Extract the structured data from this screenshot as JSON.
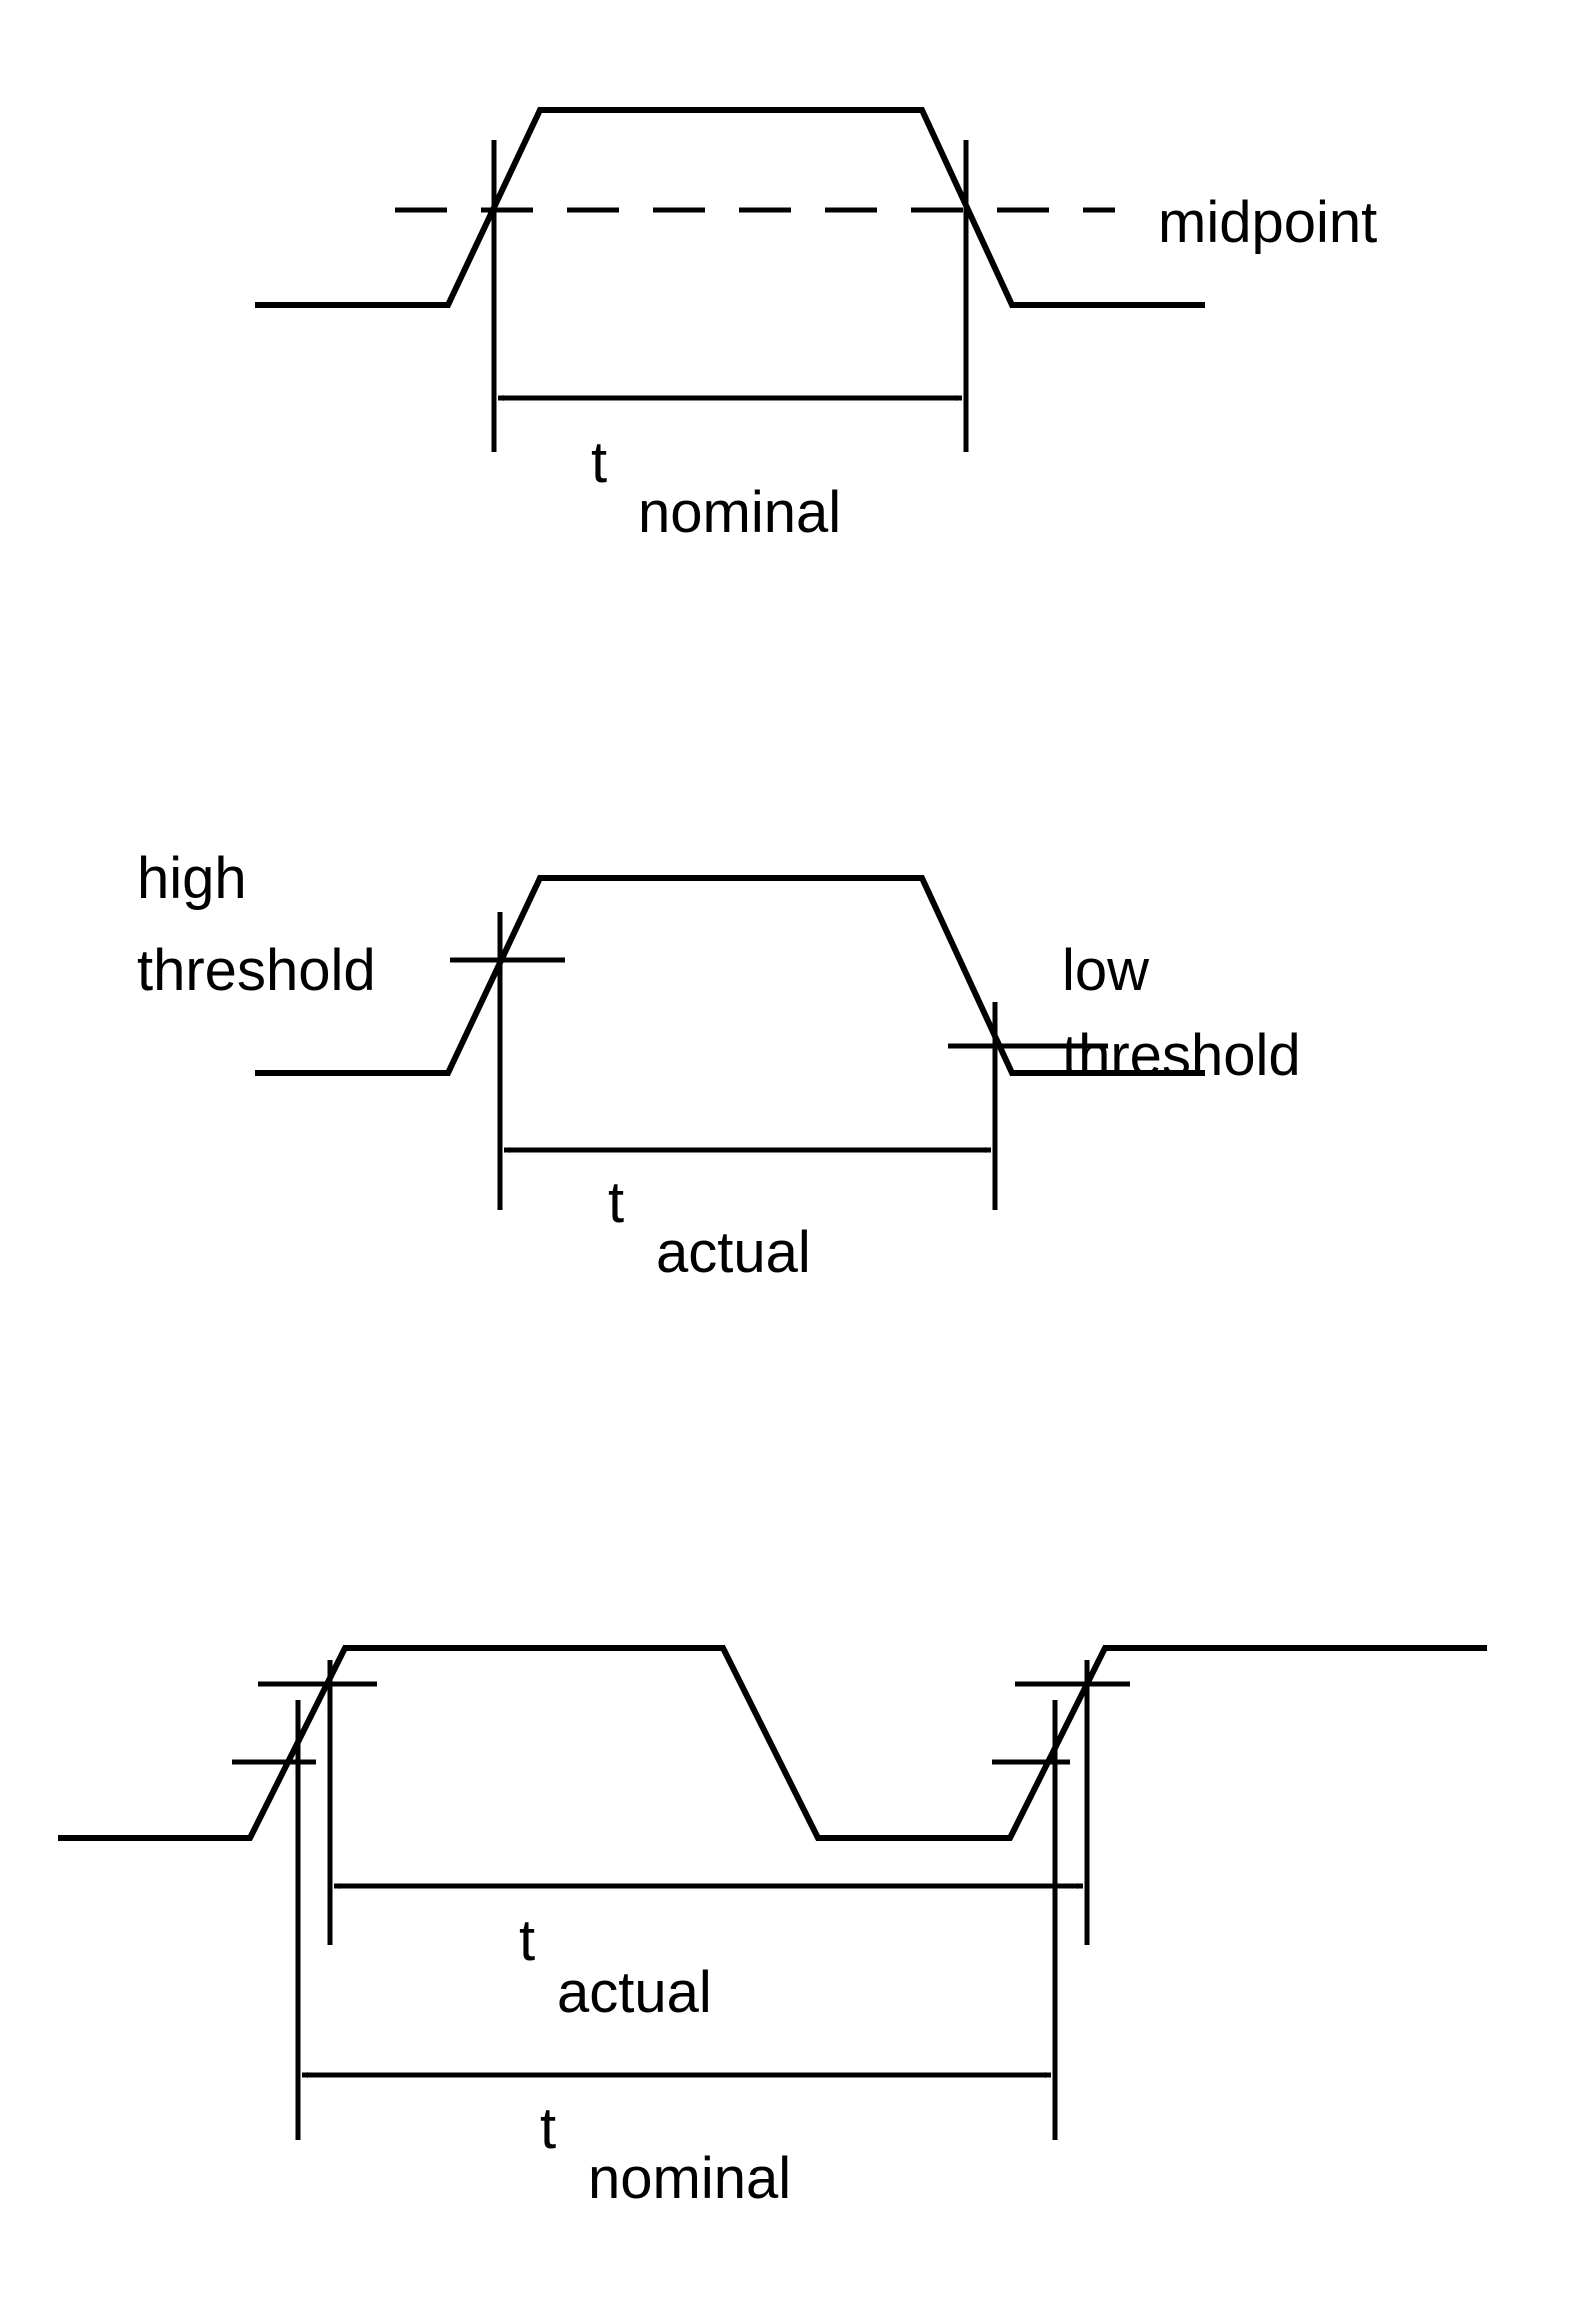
{
  "figure_1": {
    "midpoint_label": "midpoint",
    "t_symbol": "t",
    "t_subscript": "nominal"
  },
  "figure_2": {
    "high_threshold_label_line1": "high",
    "high_threshold_label_line2": "threshold",
    "low_threshold_label_line1": "low",
    "low_threshold_label_line2": "threshold",
    "t_symbol": "t",
    "t_subscript": "actual"
  },
  "figure_3": {
    "actual_t_symbol": "t",
    "actual_t_subscript": "actual",
    "nominal_t_symbol": "t",
    "nominal_t_subscript": "nominal"
  },
  "colors": {
    "ink": "#000000",
    "background": "#ffffff"
  }
}
